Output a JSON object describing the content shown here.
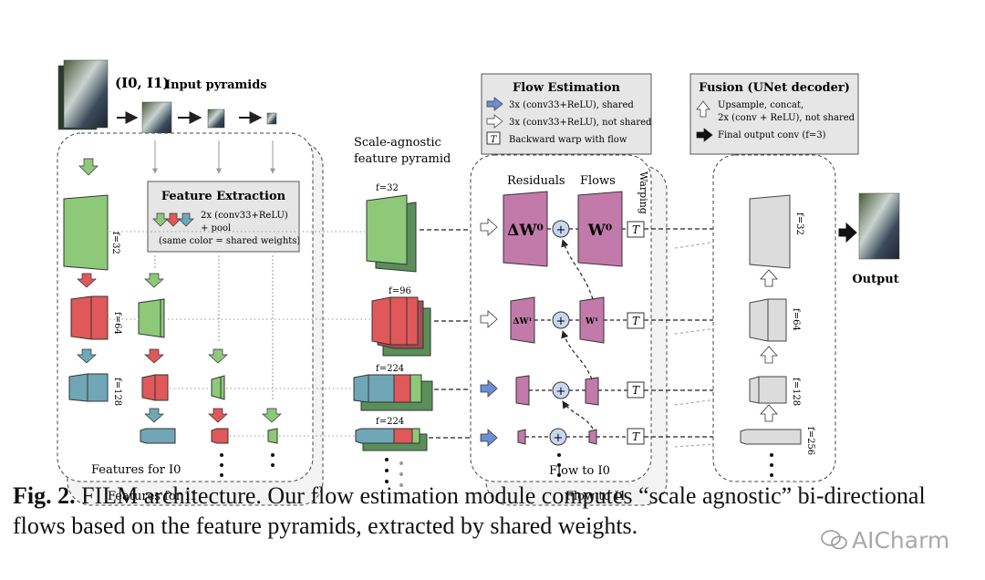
{
  "input": {
    "title": "(I0, I1)",
    "subtitle": "Input pyramids"
  },
  "feature_extraction": {
    "title": "Feature Extraction",
    "line1": "2x (conv33+ReLU)",
    "line2": "+ pool",
    "line3": "(same color = shared weights)",
    "feats_i0": "Features for I0",
    "feats_i1": "Features for I1",
    "f_labels": [
      "f=32",
      "f=64",
      "f=128"
    ]
  },
  "scale_agnostic": {
    "line1": "Scale-agnostic",
    "line2": "feature pyramid",
    "f_labels": [
      "f=32",
      "f=96",
      "f=224",
      "f=224"
    ]
  },
  "flow_estimation": {
    "title": "Flow Estimation",
    "legend1": "3x (conv33+ReLU), shared",
    "legend2": "3x (conv33+ReLU), not shared",
    "legend3": "Backward warp with flow",
    "residuals": "Residuals",
    "flows": "Flows",
    "warping": "Warping",
    "dw0": "ΔW⁰",
    "w0": "W⁰",
    "dw1": "ΔW¹",
    "w1": "W¹",
    "flow_i0": "Flow to I0",
    "flow_i1": "Flow to I1",
    "warp_symbol": "T"
  },
  "fusion": {
    "title": "Fusion (UNet decoder)",
    "legend1a": "Upsample, concat,",
    "legend1b": "2x (conv + ReLU), not shared",
    "legend2": "Final output conv (f=3)",
    "f_labels": [
      "f=32",
      "f=64",
      "f=128",
      "f=256"
    ]
  },
  "output": {
    "label": "Output"
  },
  "caption": {
    "label": "Fig. 2.",
    "text": "FILM architecture. Our flow estimation module computes “scale agnostic” bi-directional flows based on the feature pyramids, extracted by shared weights."
  },
  "watermark": "AICharm",
  "colors": {
    "green": "#8ec97a",
    "red": "#e0585a",
    "teal": "#6fa7b6",
    "purple": "#c27aaa",
    "gray": "#d9d9d9",
    "blue_arrow": "#6b8fd6"
  }
}
